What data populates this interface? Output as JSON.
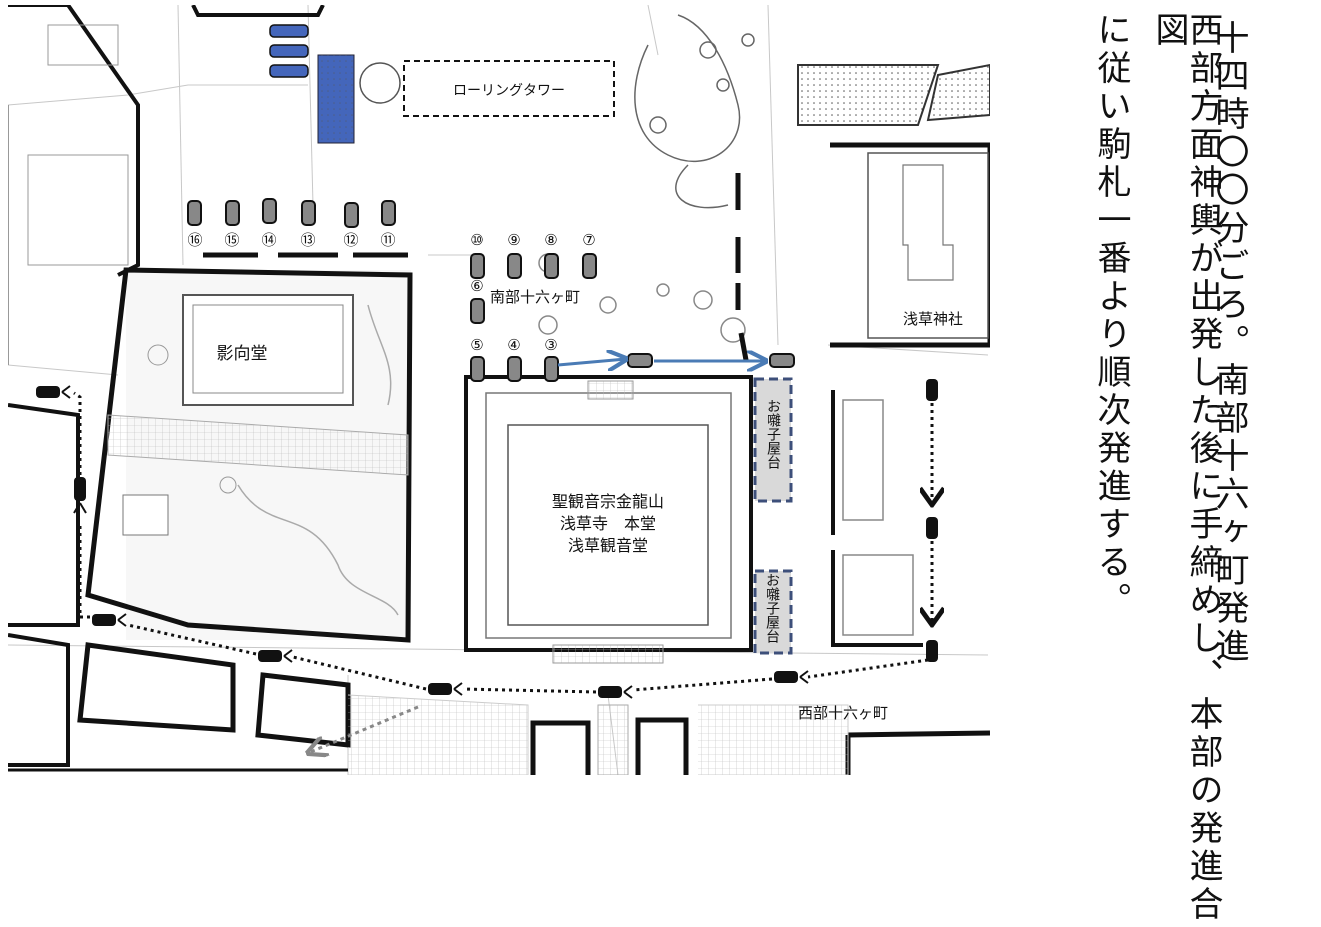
{
  "map": {
    "labels": {
      "rolling_tower": "ローリングタワー",
      "eikodo": "影向堂",
      "nanbu": "南部十六ヶ町",
      "seibu": "西部十六ヶ町",
      "asakusa_shrine": "浅草神社",
      "hondo_line1": "聖観音宗金龍山",
      "hondo_line2": "浅草寺　本堂",
      "hondo_line3": "浅草観音堂",
      "hayashi_1": "お囃子屋台",
      "hayashi_2": "お囃子屋台"
    },
    "slot_numbers": [
      "⑯",
      "⑮",
      "⑭",
      "⑬",
      "⑫",
      "⑪",
      "⑩",
      "⑨",
      "⑧",
      "⑦",
      "⑥",
      "⑤",
      "④",
      "③"
    ],
    "colors": {
      "blue_route": "#4a7bb5",
      "blue_block": "#4466bb",
      "mikoshi": "#888888",
      "hayashi_fill": "#d9d9d9",
      "hayashi_border": "#3d4f7a"
    }
  },
  "caption": {
    "col1": "十四時〇〇分ごろ。南部十六ヶ町発進",
    "col2": "西部方面神輿が出発した後に手締めし、本部の発進合図",
    "col3": "に従い駒札一番より順次発進する。"
  }
}
